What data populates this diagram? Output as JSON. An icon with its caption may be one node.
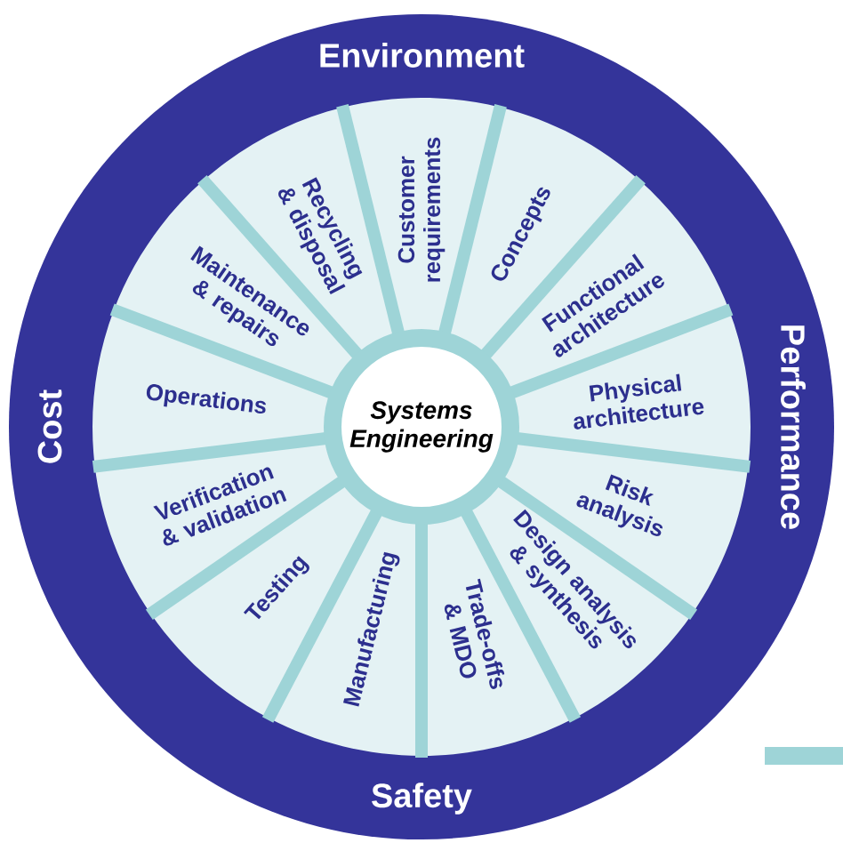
{
  "diagram": {
    "nodes": [
      {
        "text": [
          "Environment",
          "Performance",
          "Safety",
          "Cost"
        ]
      },
      {
        "text": [
          "Systems Engineering"
        ],
        "in": 0
      },
      {
        "text": [
          "Customer requirements"
        ],
        "in": 0
      },
      {
        "text": [
          "Concepts"
        ],
        "in": 0
      },
      {
        "text": [
          "Functional architecture"
        ],
        "in": 0
      },
      {
        "text": [
          "Physical architecture"
        ],
        "in": 0
      },
      {
        "text": [
          "Risk analysis"
        ],
        "in": 0
      },
      {
        "text": [
          "Design analysis & synthesis"
        ],
        "in": 0
      },
      {
        "text": [
          "Trade-offs & MDO"
        ],
        "in": 0
      },
      {
        "text": [
          "Manufacturing"
        ],
        "in": 0
      },
      {
        "text": [
          "Testing"
        ],
        "in": 0
      },
      {
        "text": [
          "Verification & validation"
        ],
        "in": 0
      },
      {
        "text": [
          "Operations"
        ],
        "in": 0
      },
      {
        "text": [
          "Maintenance & repairs"
        ],
        "in": 0
      },
      {
        "text": [
          "Recycling & disposal"
        ],
        "in": 0
      }
    ]
  }
}
